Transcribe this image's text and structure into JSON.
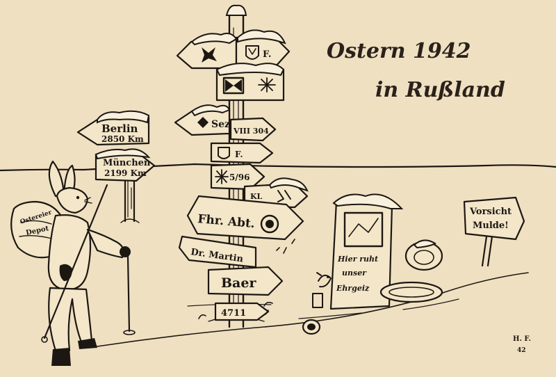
{
  "title": {
    "line1": "Ostern 1942",
    "line2": "in Rußland"
  },
  "left_signs": {
    "berlin_city": "Berlin",
    "berlin_dist": "2850 Km",
    "munchen_city": "München",
    "munchen_dist": "2199 Km"
  },
  "pole_signs": {
    "f1": "F.",
    "sez": "Sez",
    "code1": "VIII 304",
    "f2": "F.",
    "code2": "5/96",
    "kl": "KL",
    "abt": "Fhr. Abt.",
    "dr_martin": "Dr. Martin",
    "baer": "Baer",
    "num": "4711"
  },
  "sack_text": {
    "line1": "Ostereier",
    "line2": "Depot"
  },
  "tombstone_text": {
    "line1": "Hier ruht",
    "line2": "unser",
    "line3": "Ehrgeiz"
  },
  "warning_sign": {
    "line1": "Vorsicht",
    "line2": "Mulde!"
  },
  "signature": {
    "initials": "H. F.",
    "year": "42"
  },
  "colors": {
    "paper": "#efe0c2",
    "ink": "#1c1712"
  }
}
